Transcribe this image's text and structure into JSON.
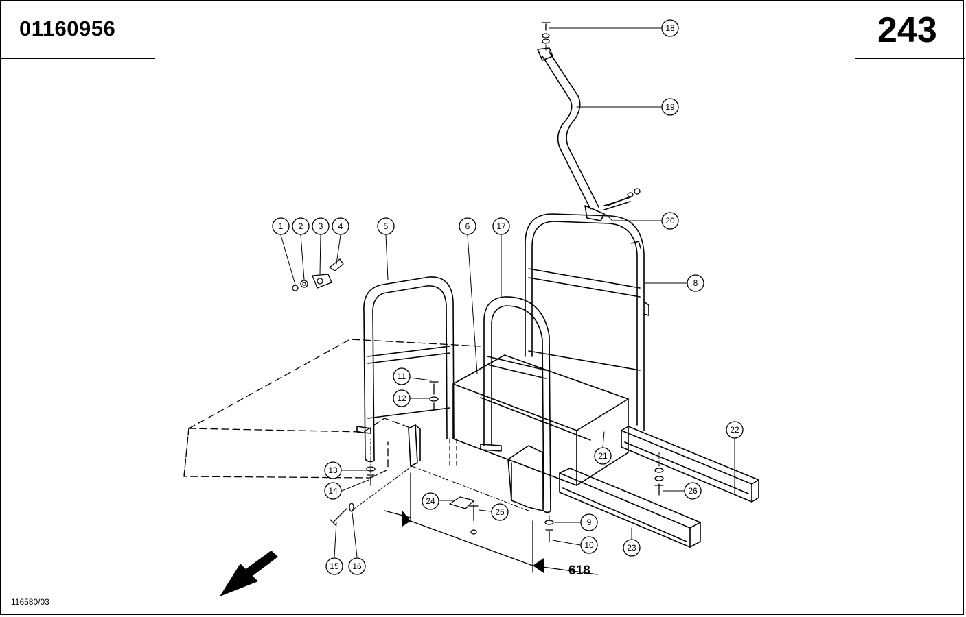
{
  "header": {
    "part_number": "01160956",
    "page_number": "243"
  },
  "footer": {
    "drawing_ref": "116580/03"
  },
  "dimension": {
    "value": "618"
  },
  "callouts": [
    "1",
    "2",
    "3",
    "4",
    "5",
    "6",
    "17",
    "8",
    "11",
    "12",
    "13",
    "14",
    "15",
    "16",
    "18",
    "19",
    "20",
    "21",
    "22",
    "23",
    "24",
    "25",
    "26",
    "9",
    "10"
  ]
}
